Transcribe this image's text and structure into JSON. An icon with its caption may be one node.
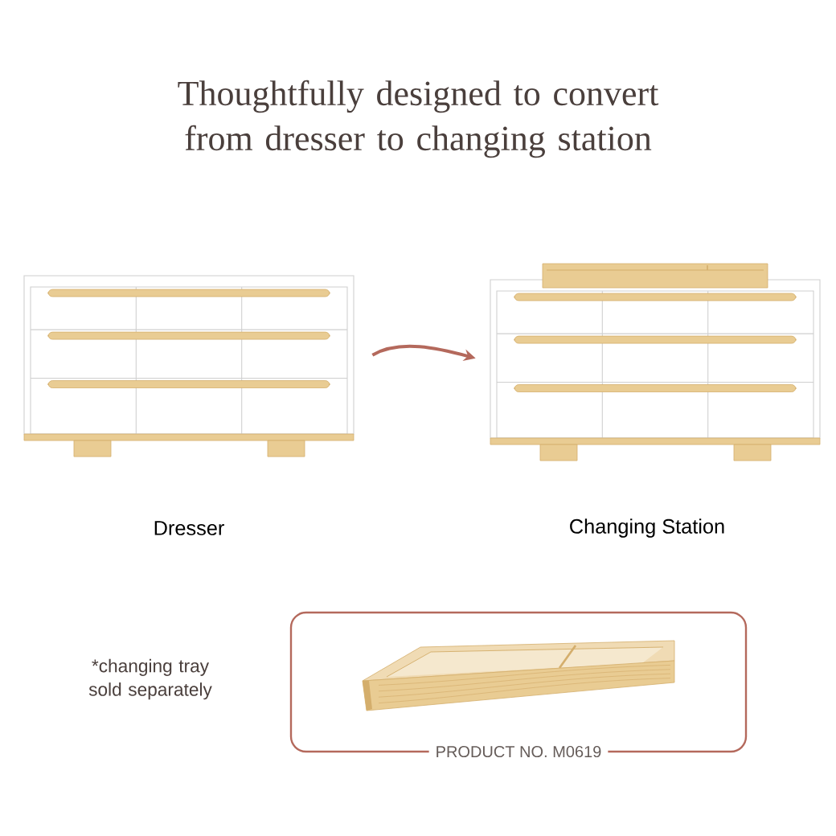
{
  "diagram": {
    "title": "Thoughtfully designed to convert from dresser to changing station",
    "nodes": [
      {
        "text": [],
        "shape": "picture",
        "beside": [
          "Dresser"
        ]
      },
      {
        "text": [],
        "shape": "picture",
        "beside": [
          "Changing Station"
        ]
      },
      {
        "text": [
          "PRODUCT NO. M0619"
        ]
      },
      {
        "text": [],
        "shape": "picture",
        "in": 2
      }
    ],
    "edges": [
      {
        "from": 0,
        "to": 1,
        "arrow": "to"
      }
    ],
    "labels": [
      "*changing tray sold separately"
    ]
  }
}
